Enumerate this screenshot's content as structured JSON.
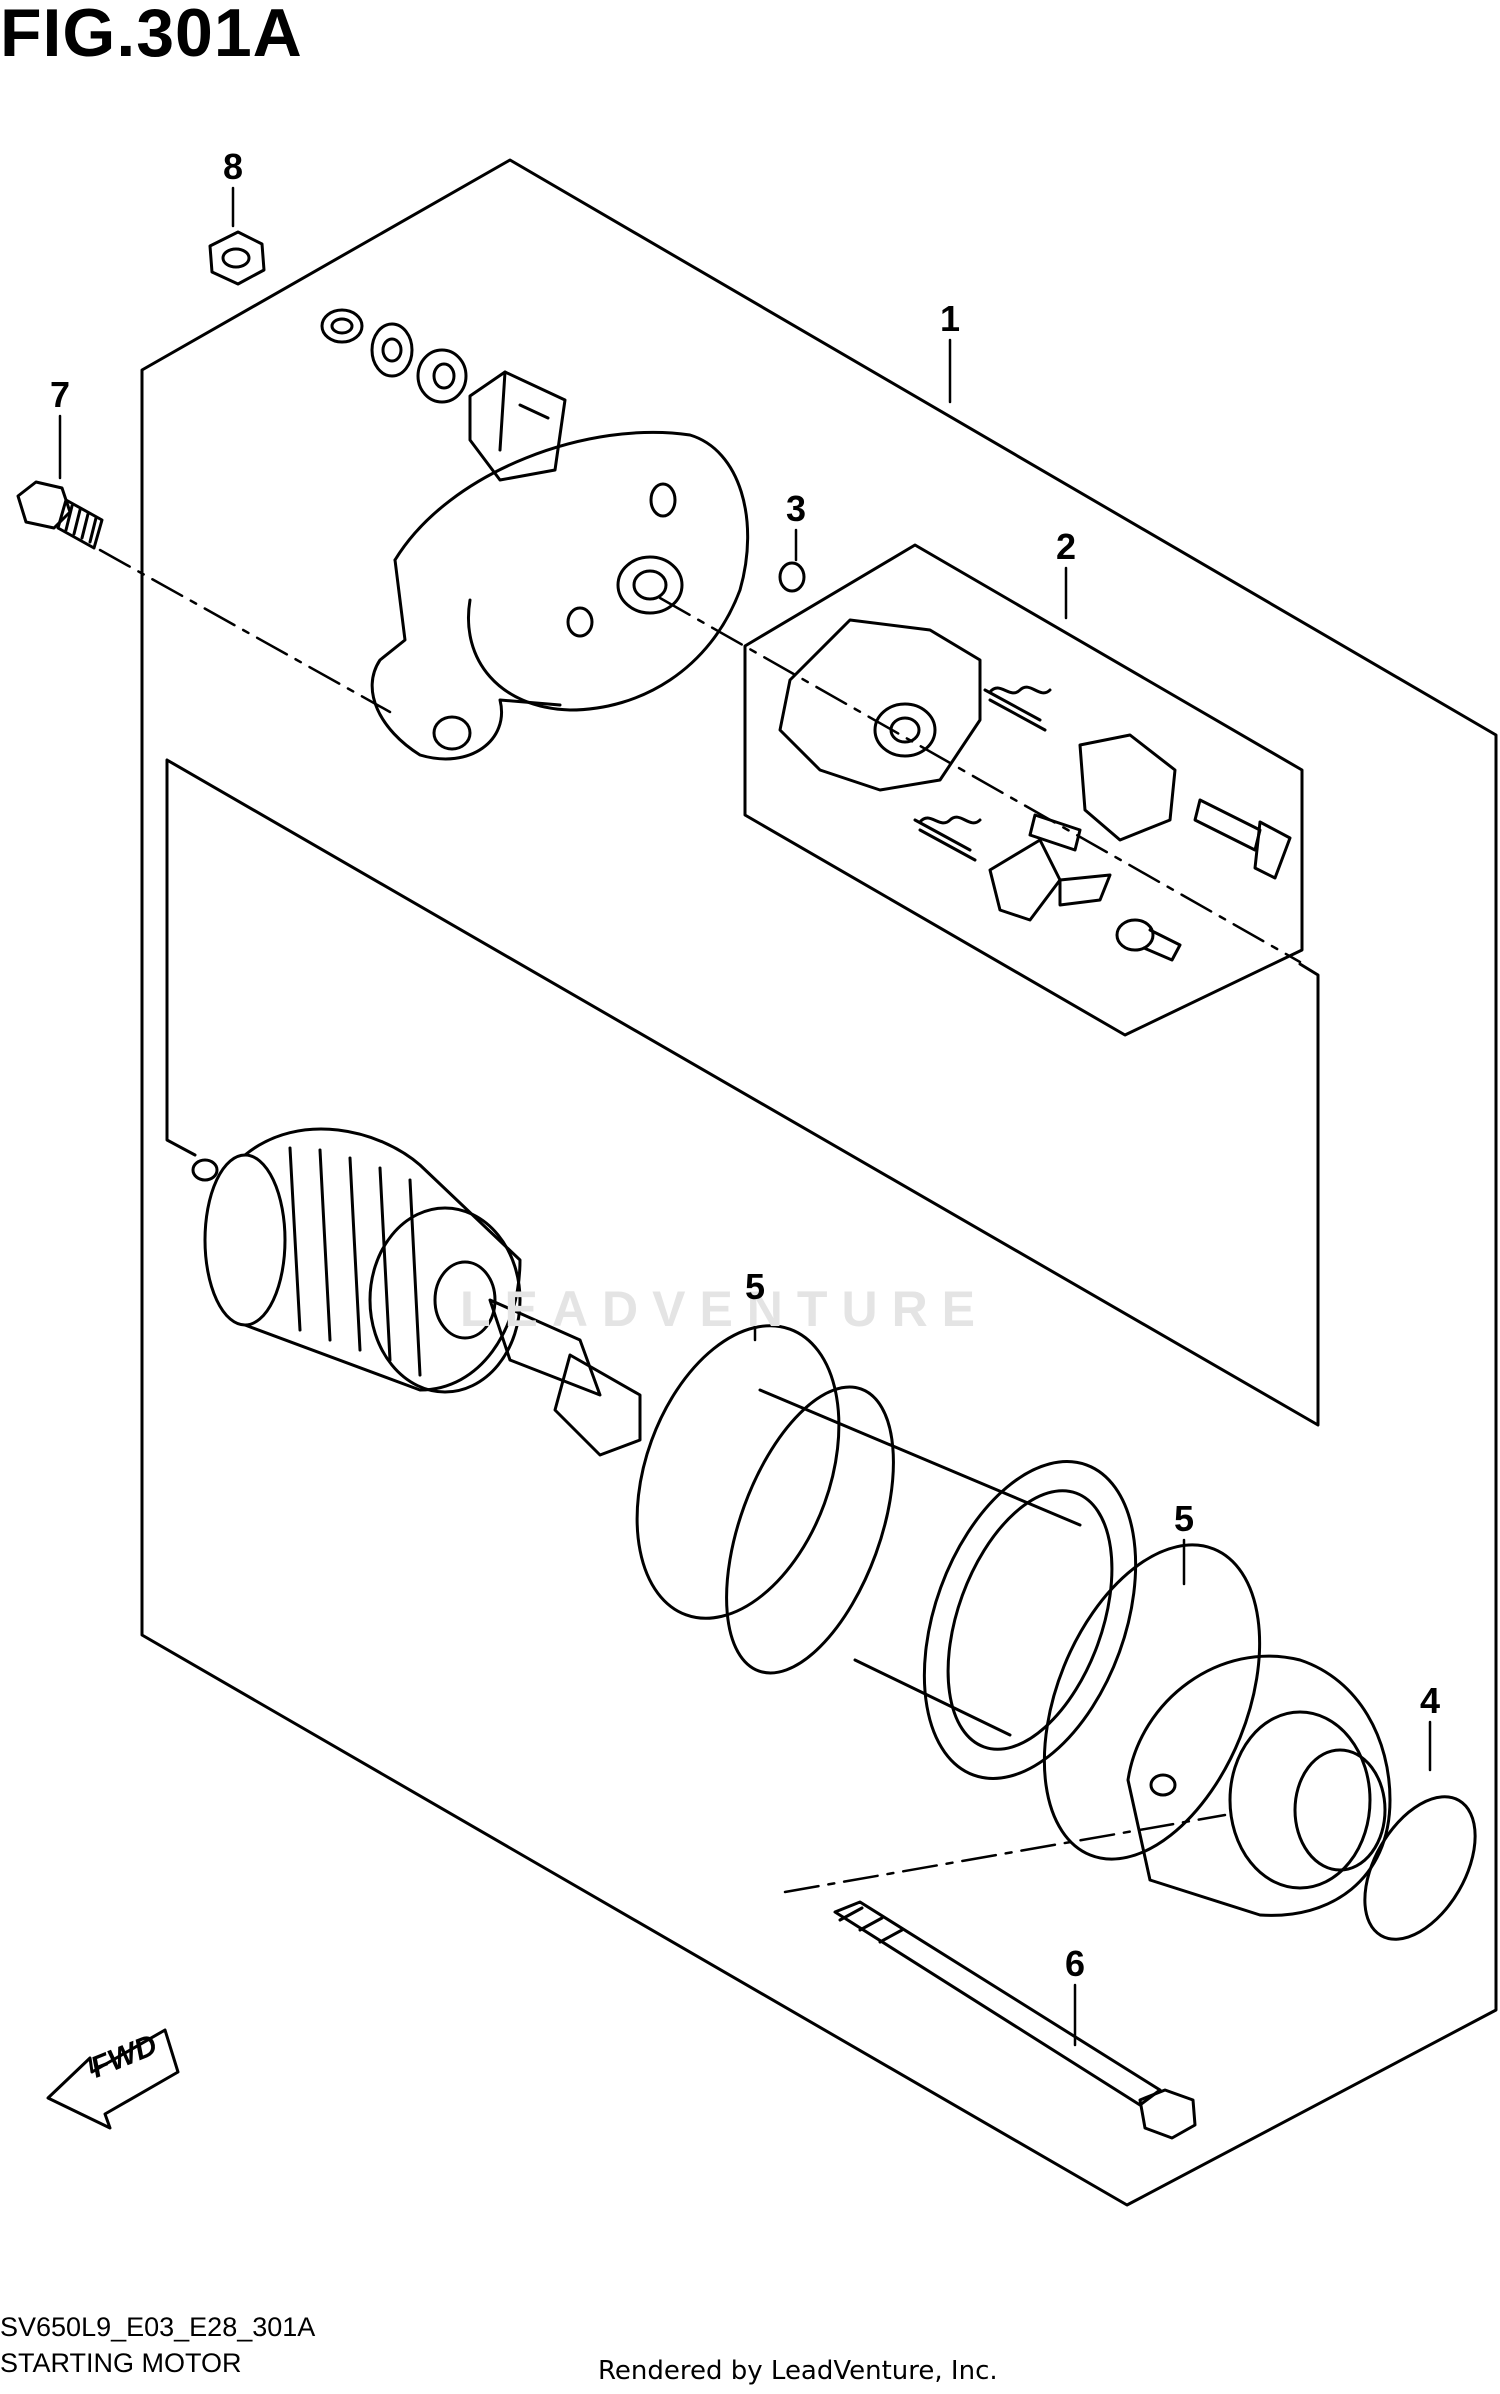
{
  "figure": {
    "title": "FIG.301A",
    "code": "SV650L9_E03_E28_301A",
    "name": "STARTING MOTOR",
    "render_credit": "Rendered by LeadVenture, Inc.",
    "watermark": "LEADVENTURE",
    "direction_label": "FWD"
  },
  "callouts": {
    "c1": "1",
    "c2": "2",
    "c3": "3",
    "c4": "4",
    "c5a": "5",
    "c5b": "5",
    "c6": "6",
    "c7": "7",
    "c8": "8"
  },
  "colors": {
    "line": "#000000",
    "background": "#ffffff",
    "watermark": "#e4e4e4"
  }
}
